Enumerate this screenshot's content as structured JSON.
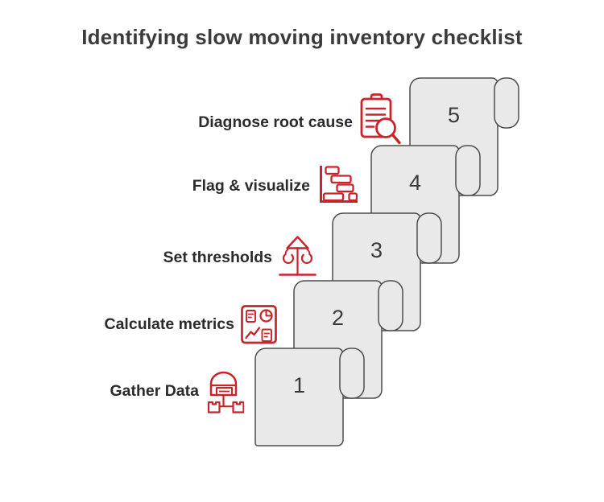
{
  "title": "Identifying slow moving inventory checklist",
  "colors": {
    "accent_red": "#c9232b",
    "card_fill": "#e9e9e9",
    "card_stroke": "#4d4d4d",
    "label_text": "#2b2b2b",
    "title_text": "#3b3b3b"
  },
  "steps": [
    {
      "number": "1",
      "label": "Gather Data",
      "icon": "data-warehouse-icon"
    },
    {
      "number": "2",
      "label": "Calculate metrics",
      "icon": "metrics-dashboard-icon"
    },
    {
      "number": "3",
      "label": "Set thresholds",
      "icon": "threshold-scale-icon"
    },
    {
      "number": "4",
      "label": "Flag & visualize",
      "icon": "gantt-chart-icon"
    },
    {
      "number": "5",
      "label": "Diagnose root cause",
      "icon": "clipboard-search-icon"
    }
  ]
}
